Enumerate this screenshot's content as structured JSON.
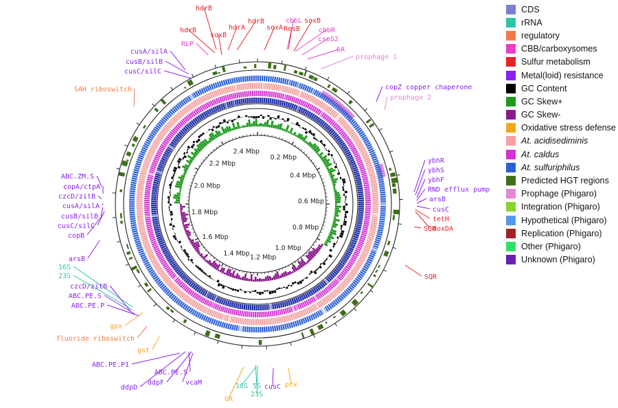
{
  "legend": [
    {
      "label": "CDS",
      "color": "#7b7fd0",
      "italic": false
    },
    {
      "label": "rRNA",
      "color": "#2ec4a8",
      "italic": false
    },
    {
      "label": "regulatory",
      "color": "#f07a4a",
      "italic": false
    },
    {
      "label": "CBB/carboxysomes",
      "color": "#e83ec8",
      "italic": false
    },
    {
      "label": "Sulfur metabolism",
      "color": "#e8232a",
      "italic": false
    },
    {
      "label": "Metal(loid) resistance",
      "color": "#8a1ff0",
      "italic": false
    },
    {
      "label": "GC Content",
      "color": "#000000",
      "italic": false
    },
    {
      "label": "GC Skew+",
      "color": "#1f9a1f",
      "italic": false
    },
    {
      "label": "GC Skew-",
      "color": "#8a1a8a",
      "italic": false
    },
    {
      "label": "Oxidative stress defense",
      "color": "#f2a81d",
      "italic": false
    },
    {
      "label": "At. acidisediminis",
      "color": "#f4a0a0",
      "italic": true
    },
    {
      "label": "At. caldus",
      "color": "#d430d4",
      "italic": true
    },
    {
      "label": "At. sulfuriphilus",
      "color": "#2a5fd6",
      "italic": true
    },
    {
      "label": "Predicted HGT regions",
      "color": "#3f6e1a",
      "italic": false
    },
    {
      "label": "Prophage (Phigaro)",
      "color": "#e486d6",
      "italic": false
    },
    {
      "label": "Integration (Phigaro)",
      "color": "#86d42c",
      "italic": false
    },
    {
      "label": "Hypothetical (Phigaro)",
      "color": "#5597ec",
      "italic": false
    },
    {
      "label": "Replication (Phigaro)",
      "color": "#a3222a",
      "italic": false
    },
    {
      "label": "Other (Phigaro)",
      "color": "#2fe06a",
      "italic": false
    },
    {
      "label": "Unknown (Phigaro)",
      "color": "#6a1fb0",
      "italic": false
    }
  ],
  "scale_labels": [
    "0.2 Mbp",
    "0.4 Mbp",
    "0.6 Mbp",
    "0.8 Mbp",
    "1.0 Mbp",
    "1.2 Mbp",
    "1.4 Mbp",
    "1.6 Mbp",
    "1.8 Mbp",
    "2.0 Mbp",
    "2.2 Mbp",
    "2.4 Mbp"
  ],
  "annotations": [
    {
      "text": "hdrB",
      "color": "#e8232a"
    },
    {
      "text": "hdrB",
      "color": "#e8232a"
    },
    {
      "text": "hdrA",
      "color": "#e8232a"
    },
    {
      "text": "soxB",
      "color": "#e8232a"
    },
    {
      "text": "hdrB",
      "color": "#e8232a"
    },
    {
      "text": "RLP",
      "color": "#e83ec8"
    },
    {
      "text": "soxA",
      "color": "#e8232a"
    },
    {
      "text": "cbbL",
      "color": "#e83ec8"
    },
    {
      "text": "ResB",
      "color": "#e8232a"
    },
    {
      "text": "soxB",
      "color": "#e8232a"
    },
    {
      "text": "cbbR",
      "color": "#e83ec8"
    },
    {
      "text": "csoS2",
      "color": "#e83ec8"
    },
    {
      "text": "CA",
      "color": "#e83ec8"
    },
    {
      "text": "prophage 1",
      "color": "#e486d6"
    },
    {
      "text": "cusA/silA",
      "color": "#8a1ff0"
    },
    {
      "text": "cusB/silB",
      "color": "#8a1ff0"
    },
    {
      "text": "cusC/silC",
      "color": "#8a1ff0"
    },
    {
      "text": "SAH riboswitch",
      "color": "#f07a4a"
    },
    {
      "text": "copZ copper chaperone",
      "color": "#8a1ff0"
    },
    {
      "text": "prophage 2",
      "color": "#e486d6"
    },
    {
      "text": "ybhR",
      "color": "#8a1ff0"
    },
    {
      "text": "ybhS",
      "color": "#8a1ff0"
    },
    {
      "text": "ybhF",
      "color": "#8a1ff0"
    },
    {
      "text": "RND efflux pump",
      "color": "#8a1ff0"
    },
    {
      "text": "arsB",
      "color": "#8a1ff0"
    },
    {
      "text": "cusC",
      "color": "#8a1ff0"
    },
    {
      "text": "tetH",
      "color": "#e8232a"
    },
    {
      "text": "doxDA",
      "color": "#e8232a"
    },
    {
      "text": "SQR",
      "color": "#e8232a"
    },
    {
      "text": "SQR",
      "color": "#e8232a"
    },
    {
      "text": "ABC.ZM.S",
      "color": "#8a1ff0"
    },
    {
      "text": "copA/ctpA",
      "color": "#8a1ff0"
    },
    {
      "text": "czcD/zitB",
      "color": "#8a1ff0"
    },
    {
      "text": "cusA/silA",
      "color": "#8a1ff0"
    },
    {
      "text": "cusB/silB",
      "color": "#8a1ff0"
    },
    {
      "text": "cusC/silC",
      "color": "#8a1ff0"
    },
    {
      "text": "copB",
      "color": "#8a1ff0"
    },
    {
      "text": "arsB",
      "color": "#8a1ff0"
    },
    {
      "text": "16S",
      "color": "#2ec4a8"
    },
    {
      "text": "23S",
      "color": "#2ec4a8"
    },
    {
      "text": "czcD/zitB",
      "color": "#8a1ff0"
    },
    {
      "text": "ABC.PE.S",
      "color": "#8a1ff0"
    },
    {
      "text": "ABC.PE.P",
      "color": "#8a1ff0"
    },
    {
      "text": "gpx",
      "color": "#f2a81d"
    },
    {
      "text": "fluoride riboswitch",
      "color": "#f07a4a"
    },
    {
      "text": "gst",
      "color": "#f2a81d"
    },
    {
      "text": "ABC.PE.P1",
      "color": "#8a1ff0"
    },
    {
      "text": "ABC.PE.S",
      "color": "#8a1ff0"
    },
    {
      "text": "ddpD",
      "color": "#8a1ff0"
    },
    {
      "text": "ddpF",
      "color": "#8a1ff0"
    },
    {
      "text": "vcaM",
      "color": "#8a1ff0"
    },
    {
      "text": "GR",
      "color": "#f2a81d"
    },
    {
      "text": "16S",
      "color": "#2ec4a8"
    },
    {
      "text": "5S",
      "color": "#2ec4a8"
    },
    {
      "text": "23S",
      "color": "#2ec4a8"
    },
    {
      "text": "cusC",
      "color": "#8a1ff0"
    },
    {
      "text": "prx",
      "color": "#f2a81d"
    }
  ]
}
